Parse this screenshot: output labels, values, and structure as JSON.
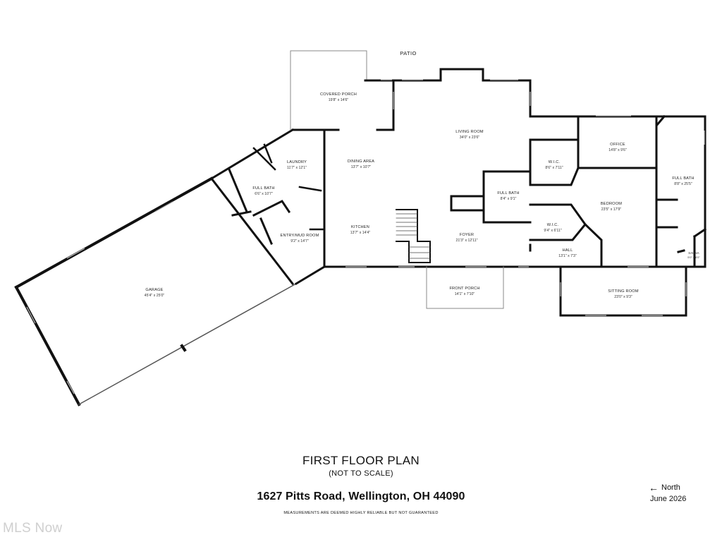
{
  "plan": {
    "outside_labels": {
      "patio": "PATIO"
    },
    "rooms": [
      {
        "id": "covered-porch",
        "name": "COVERED PORCH",
        "dims": "19'8\" x 14'6\""
      },
      {
        "id": "living-room",
        "name": "LIVING ROOM",
        "dims": "34'0\" x 23'6\""
      },
      {
        "id": "laundry",
        "name": "LAUNDRY",
        "dims": "11'7\" x 12'1\""
      },
      {
        "id": "dining-area",
        "name": "DINING AREA",
        "dims": "13'7\" x 10'7\""
      },
      {
        "id": "office",
        "name": "OFFICE",
        "dims": "14'8\" x 9'6\""
      },
      {
        "id": "wic-upper",
        "name": "W.I.C.",
        "dims": "8'6\" x 7'11\""
      },
      {
        "id": "full-bath-east",
        "name": "FULL BATH",
        "dims": "8'8\" x 25'5\""
      },
      {
        "id": "full-bath-laundry",
        "name": "FULL BATH",
        "dims": "6'6\" x 10'7\""
      },
      {
        "id": "full-bath-center",
        "name": "FULL BATH",
        "dims": "8'4\" x 9'1\""
      },
      {
        "id": "bedroom",
        "name": "BEDROOM",
        "dims": "23'5\" x 17'9\""
      },
      {
        "id": "wic-lower",
        "name": "W.I.C.",
        "dims": "9'4\" x 6'11\""
      },
      {
        "id": "kitchen",
        "name": "KITCHEN",
        "dims": "13'7\" x 14'4\""
      },
      {
        "id": "entry-mud-room",
        "name": "ENTRY/MUD ROOM",
        "dims": "9'2\" x 14'7\""
      },
      {
        "id": "foyer",
        "name": "FOYER",
        "dims": "21'3\" x 12'11\""
      },
      {
        "id": "hall",
        "name": "HALL",
        "dims": "13'1\" x 7'3\""
      },
      {
        "id": "sauna",
        "name": "SAUNA",
        "dims": "5'0\" x 6'0\""
      },
      {
        "id": "garage",
        "name": "GARAGE",
        "dims": "45'4\" x 25'0\""
      },
      {
        "id": "front-porch",
        "name": "FRONT PORCH",
        "dims": "14'1\" x 7'10\""
      },
      {
        "id": "sitting-room",
        "name": "SITTING ROOM",
        "dims": "23'0\" x 9'3\""
      }
    ]
  },
  "footer": {
    "title": "FIRST FLOOR PLAN",
    "subtitle": "(NOT TO SCALE)",
    "address": "1627 Pitts Road, Wellington, OH 44090",
    "disclaimer": "MEASUREMENTS ARE DEEMED HIGHLY RELIABLE BUT NOT GUARANTEED",
    "north_label": "North",
    "date": "June 2026",
    "watermark": "MLS Now"
  }
}
